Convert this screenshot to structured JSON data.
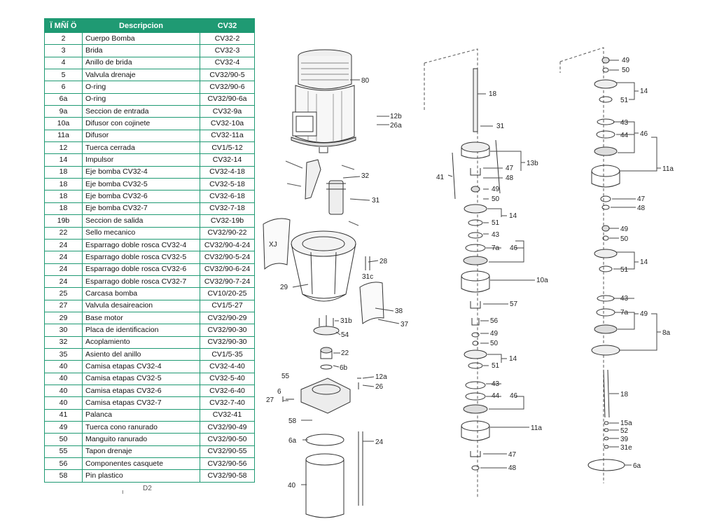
{
  "table": {
    "headers": [
      "Ï MÑÍ Ö",
      "Descripcion",
      "CV32"
    ],
    "rows": [
      [
        "2",
        "Cuerpo Bomba",
        "CV32-2"
      ],
      [
        "3",
        "Brida",
        "CV32-3"
      ],
      [
        "4",
        "Anillo de brida",
        "CV32-4"
      ],
      [
        "5",
        "Valvula drenaje",
        "CV32/90-5"
      ],
      [
        "6",
        "O-ring",
        "CV32/90-6"
      ],
      [
        "6a",
        "O-ring",
        "CV32/90-6a"
      ],
      [
        "9a",
        "Seccion de entrada",
        "CV32-9a"
      ],
      [
        "10a",
        "Difusor con cojinete",
        "CV32-10a"
      ],
      [
        "11a",
        "Difusor",
        "CV32-11a"
      ],
      [
        "12",
        "Tuerca cerrada",
        "CV1/5-12"
      ],
      [
        "14",
        "Impulsor",
        "CV32-14"
      ],
      [
        "18",
        "Eje bomba CV32-4",
        "CV32-4-18"
      ],
      [
        "18",
        "Eje bomba CV32-5",
        "CV32-5-18"
      ],
      [
        "18",
        "Eje bomba CV32-6",
        "CV32-6-18"
      ],
      [
        "18",
        "Eje bomba CV32-7",
        "CV32-7-18"
      ],
      [
        "19b",
        "Seccion de salida",
        "CV32-19b"
      ],
      [
        "22",
        "Sello mecanico",
        "CV32/90-22"
      ],
      [
        "24",
        "Esparrago doble rosca CV32-4",
        "CV32/90-4-24"
      ],
      [
        "24",
        "Esparrago doble rosca CV32-5",
        "CV32/90-5-24"
      ],
      [
        "24",
        "Esparrago doble rosca CV32-6",
        "CV32/90-6-24"
      ],
      [
        "24",
        "Esparrago doble rosca CV32-7",
        "CV32/90-7-24"
      ],
      [
        "25",
        "Carcasa bomba",
        "CV10/20-25"
      ],
      [
        "27",
        "Valvula desaireacion",
        "CV1/5-27"
      ],
      [
        "29",
        "Base motor",
        "CV32/90-29"
      ],
      [
        "30",
        "Placa de identificacion",
        "CV32/90-30"
      ],
      [
        "32",
        "Acoplamiento",
        "CV32/90-30"
      ],
      [
        "35",
        "Asiento del anillo",
        "CV1/5-35"
      ],
      [
        "40",
        "Camisa etapas CV32-4",
        "CV32-4-40"
      ],
      [
        "40",
        "Camisa etapas CV32-5",
        "CV32-5-40"
      ],
      [
        "40",
        "Camisa etapas CV32-6",
        "CV32-6-40"
      ],
      [
        "40",
        "Camisa etapas CV32-7",
        "CV32-7-40"
      ],
      [
        "41",
        "Palanca",
        "CV32-41"
      ],
      [
        "49",
        "Tuerca cono ranurado",
        "CV32/90-49"
      ],
      [
        "50",
        "Manguito ranurado",
        "CV32/90-50"
      ],
      [
        "55",
        "Tapon drenaje",
        "CV32/90-55"
      ],
      [
        "56",
        "Componentes casquete",
        "CV32/90-56"
      ],
      [
        "58",
        "Pin plastico",
        "CV32/90-58"
      ]
    ],
    "footnote_a": "ı",
    "footnote_b": "D2"
  },
  "accent_color": "#1f9a73",
  "callouts": {
    "c80": "80",
    "c12b": "12b",
    "c26a": "26a",
    "c32": "32",
    "c31a": "31",
    "c28": "28",
    "c31c": "31c",
    "c29": "29",
    "c38": "38",
    "c37": "37",
    "c31b": "31b",
    "c54": "54",
    "c22": "22",
    "c6b": "6b",
    "c55": "55",
    "c6": "6",
    "c27": "27",
    "c12a": "12a",
    "c26": "26",
    "c58": "58",
    "c6a1": "6a",
    "c24": "24",
    "c40": "40",
    "cxj": "XJ",
    "c18a": "18",
    "c31d": "31",
    "c13b": "13b",
    "c41": "41",
    "c47a": "47",
    "c48a": "48",
    "c49a": "49",
    "c50a": "50",
    "c14a": "14",
    "c51a": "51",
    "c43a": "43",
    "c7aA": "7a",
    "c46a": "46",
    "c10a": "10a",
    "c57": "57",
    "c56": "56",
    "c49b": "49",
    "c50b": "50",
    "c14b": "14",
    "c51b": "51",
    "c43b": "43",
    "c44a": "44",
    "c46b": "46",
    "c11aA": "11a",
    "c47b": "47",
    "c48b": "48",
    "r49a": "49",
    "r50a": "50",
    "r14a": "14",
    "r51a": "51",
    "r43a": "43",
    "r44": "44",
    "r46": "46",
    "r11a": "11a",
    "r47": "47",
    "r48": "48",
    "r49b": "49",
    "r50b": "50",
    "r14b": "14",
    "r51b": "51",
    "r43b": "43",
    "r7a": "7a",
    "r49c": "49",
    "r8a": "8a",
    "r18": "18",
    "r15a": "15a",
    "r52": "52",
    "r39": "39",
    "r31e": "31e",
    "r6a": "6a"
  }
}
